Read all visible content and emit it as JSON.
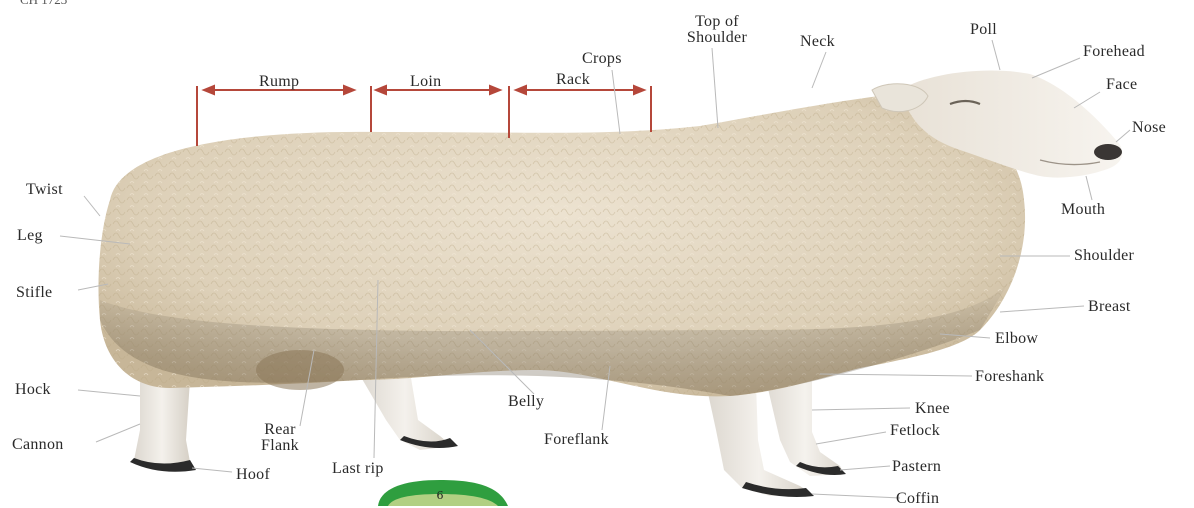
{
  "corner_text": "CH 1723",
  "badge_number": "6",
  "section_labels": {
    "rump": "Rump",
    "loin": "Loin",
    "rack": "Rack"
  },
  "labels": {
    "crops": "Crops",
    "top_of_shoulder_1": "Top of",
    "top_of_shoulder_2": "Shoulder",
    "neck": "Neck",
    "poll": "Poll",
    "forehead": "Forehead",
    "face": "Face",
    "nose": "Nose",
    "mouth": "Mouth",
    "twist": "Twist",
    "leg": "Leg",
    "stifle": "Stifle",
    "shoulder": "Shoulder",
    "breast": "Breast",
    "elbow": "Elbow",
    "foreshank": "Foreshank",
    "hock": "Hock",
    "knee": "Knee",
    "fetlock": "Fetlock",
    "pastern": "Pastern",
    "coffin": "Coffin",
    "cannon": "Cannon",
    "hoof": "Hoof",
    "rear_flank_1": "Rear",
    "rear_flank_2": "Flank",
    "last_rip": "Last rip",
    "belly": "Belly",
    "foreflank": "Foreflank"
  },
  "colors": {
    "wool": "#e3d7c3",
    "wool_shadow": "#c9b99e",
    "face": "#f1ece4",
    "leg": "#eeebe6",
    "hoof": "#2b2b2b",
    "bracket": "#b5473a",
    "leader": "#b9b9b9",
    "badge": "#2f9e3f"
  }
}
